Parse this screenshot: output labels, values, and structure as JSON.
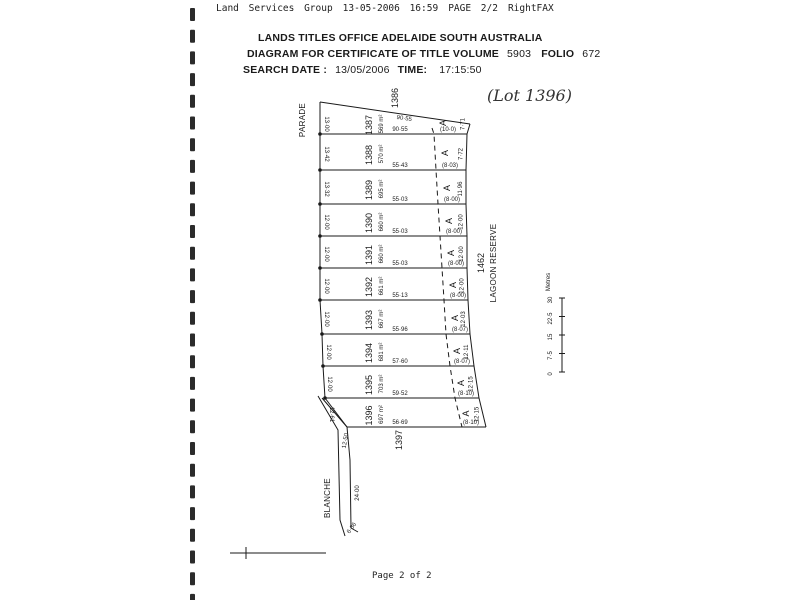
{
  "fax_header": {
    "sender": "Land Services Group",
    "datetime": "13-05-2006 16:59",
    "page": "PAGE 2/2",
    "service": "RightFAX"
  },
  "title": "LANDS TITLES OFFICE ADELAIDE SOUTH AUSTRALIA",
  "diagram": {
    "label": "DIAGRAM FOR CERTIFICATE OF TITLE VOLUME",
    "volume": "5903",
    "folio_label": "FOLIO",
    "folio": "672"
  },
  "search": {
    "date_label": "SEARCH DATE :",
    "date": "13/05/2006",
    "time_label": "TIME:",
    "time": "17:15:50"
  },
  "handwritten_note": "(Lot 1396)",
  "roads": {
    "parade": "PARADE",
    "blanche": "BLANCHE",
    "lagoon_reserve": "LAGOON RESERVE",
    "lagoon_reserve_lot": "1462"
  },
  "adjacent_lots": {
    "north": "1386",
    "south": "1397"
  },
  "lots": [
    {
      "number": "1387",
      "area": "569 m²",
      "frontage": "13·00",
      "depth": "90·55",
      "rear": "7·71",
      "easement": "(10·0)"
    },
    {
      "number": "1388",
      "area": "570 m²",
      "frontage": "13·42",
      "depth": "55·43",
      "rear": "7·72",
      "easement": "(8·03)"
    },
    {
      "number": "1389",
      "area": "695 m²",
      "frontage": "13·32",
      "depth": "55·03",
      "rear": "11·96",
      "easement": "(8·00)"
    },
    {
      "number": "1390",
      "area": "660 m²",
      "frontage": "12·00",
      "depth": "55·03",
      "rear": "12·00",
      "easement": "(8·00)"
    },
    {
      "number": "1391",
      "area": "660 m²",
      "frontage": "12·00",
      "depth": "55·03",
      "rear": "12·00",
      "easement": "(8·00)"
    },
    {
      "number": "1392",
      "area": "661 m²",
      "frontage": "12·00",
      "depth": "55·13",
      "rear": "12·00",
      "easement": "(8·00)"
    },
    {
      "number": "1393",
      "area": "667 m²",
      "frontage": "12·00",
      "depth": "55·96",
      "rear": "12·03",
      "easement": "(8·07)"
    },
    {
      "number": "1394",
      "area": "681 m²",
      "frontage": "12·00",
      "depth": "57·60",
      "rear": "12·11",
      "easement": "(8·07)"
    },
    {
      "number": "1395",
      "area": "703 m²",
      "frontage": "12·00",
      "depth": "59·52",
      "rear": "12·15",
      "easement": "(8·10)"
    },
    {
      "number": "1396",
      "area": "697 m²",
      "frontage": "12·61",
      "depth": "56·69",
      "rear": "12·15",
      "easement": "(8·10)"
    }
  ],
  "north_top_depth": "90·55",
  "easement_marker": "A",
  "blanche_dims": [
    "12·50",
    "24·00",
    "6·36"
  ],
  "scale": {
    "unit": "Metres",
    "ticks": [
      "0",
      "7·5",
      "15",
      "22·5",
      "30"
    ]
  },
  "footer": "Page 2 of 2",
  "colors": {
    "ink": "#1a1a1a",
    "paper": "#ffffff",
    "binding": "#2b2b2b"
  }
}
